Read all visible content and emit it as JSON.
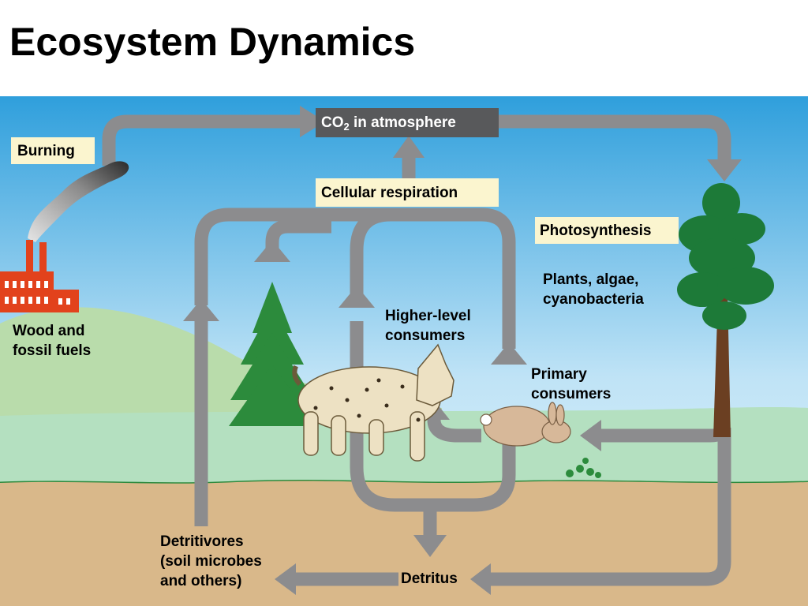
{
  "title": "Ecosystem Dynamics",
  "diagram": {
    "labels": {
      "co2_main": "CO",
      "co2_sub": "2",
      "co2_rest": " in atmosphere",
      "burning": "Burning",
      "cellular_respiration": "Cellular respiration",
      "photosynthesis": "Photosynthesis",
      "producers_line1": "Plants, algae,",
      "producers_line2": "cyanobacteria",
      "higher_consumers_line1": "Higher-level",
      "higher_consumers_line2": "consumers",
      "primary_consumers_line1": "Primary",
      "primary_consumers_line2": "consumers",
      "fuels_line1": "Wood and",
      "fuels_line2": "fossil fuels",
      "detritivores_line1": "Detritivores",
      "detritivores_line2": "(soil microbes",
      "detritivores_line3": "and others)",
      "detritus": "Detritus"
    },
    "colors": {
      "arrow": "#8c8c8e",
      "label_box": "#fbf5cf",
      "co2_box": "#58595b",
      "sky_top": "#2f9fdc",
      "sky_bottom": "#e4f3fb",
      "hill": "#b9dcab",
      "meadow": "#b4e0c0",
      "soil": "#d9b88a",
      "tree_foliage": "#1d7a38",
      "tree_trunk": "#6b3f22",
      "factory": "#e2421c"
    }
  }
}
